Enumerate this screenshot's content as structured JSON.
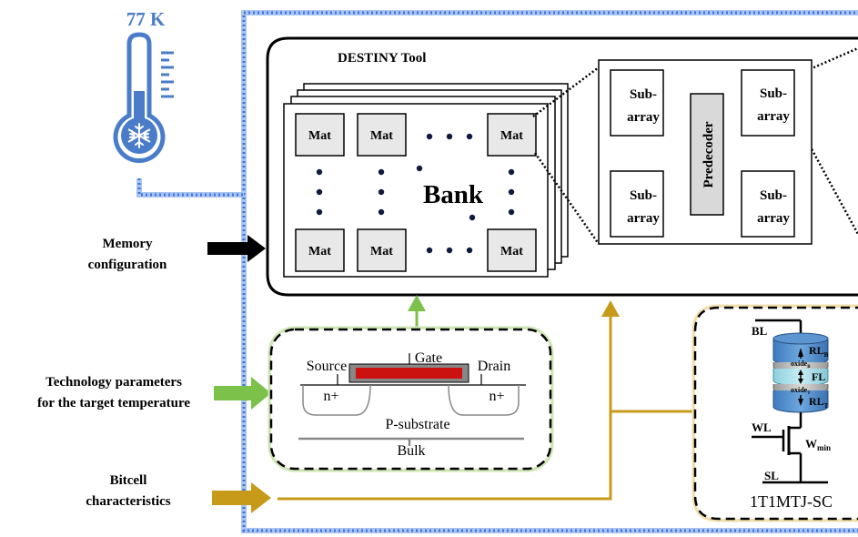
{
  "temperature": "77 K",
  "tool_name": "DESTINY Tool",
  "bank": {
    "title": "Bank",
    "mat_label": "Mat"
  },
  "subarray": {
    "label_line1": "Sub-",
    "label_line2": "array",
    "predecoder": "Predecoder"
  },
  "inputs": {
    "memory_config": [
      "Memory",
      "configuration"
    ],
    "technology": [
      "Technology parameters",
      "for the target temperature"
    ],
    "bitcell": [
      "Bitcell",
      "characteristics"
    ]
  },
  "transistor": {
    "gate": "Gate",
    "source": "Source",
    "drain": "Drain",
    "n_plus_left": "n+",
    "n_plus_right": "n+",
    "substrate": "P-substrate",
    "bulk": "Bulk"
  },
  "mtj": {
    "bl": "BL",
    "rl_b_main": "RL",
    "rl_b_sub": "B",
    "oxide_b_main": "oxide",
    "oxide_b_sub": "B",
    "fl": "FL",
    "oxide_t_main": "oxide",
    "oxide_t_sub": "T",
    "rl_t_main": "RL",
    "rl_t_sub": "T",
    "wl": "WL",
    "wmin_main": "W",
    "wmin_sub": "min",
    "sl": "SL",
    "caption": "1T1MTJ-SC"
  },
  "colors": {
    "blue_dotted": "#4a7fe0",
    "green": "#7cc14a",
    "gold": "#c79a1a",
    "thermometer": "#4a7cc9",
    "gate_red": "#cc1111",
    "mtj_blue": "#4a86c8",
    "mtj_light": "#a8dce8"
  }
}
